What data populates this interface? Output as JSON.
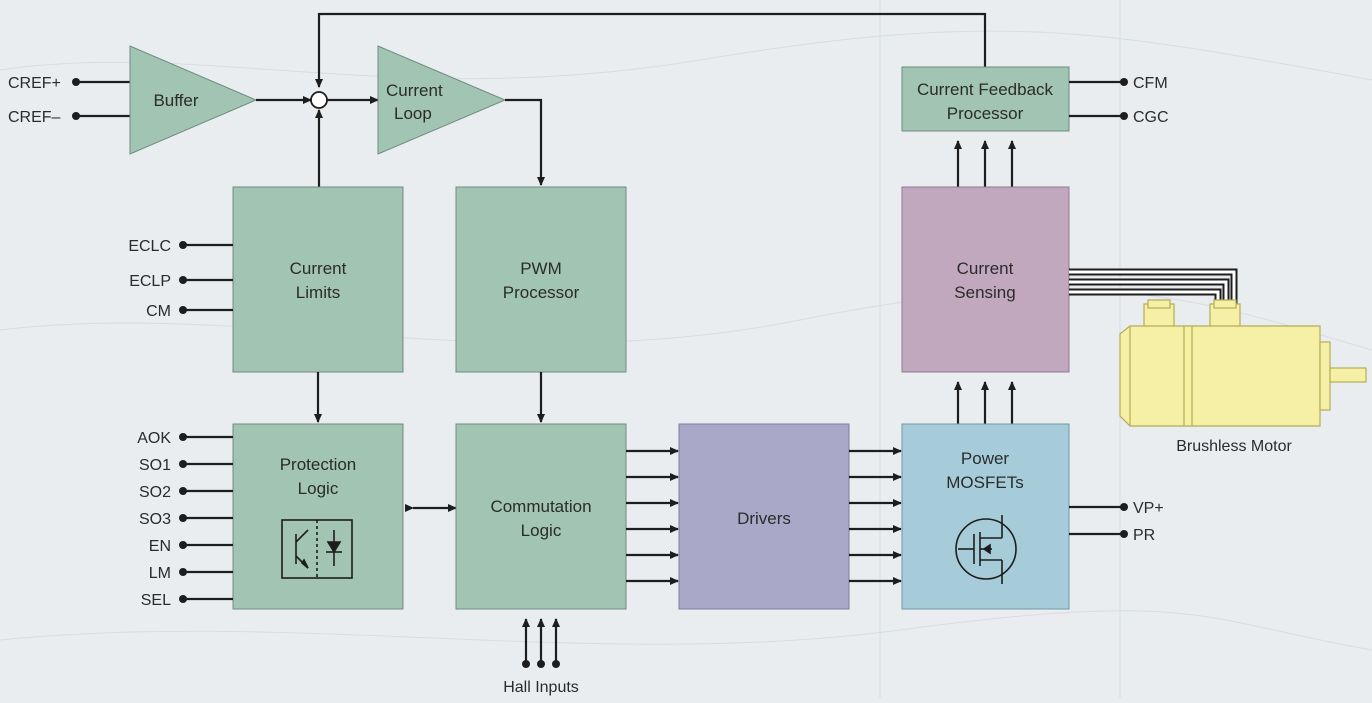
{
  "blocks": {
    "buffer": "Buffer",
    "current_loop": [
      "Current",
      "Loop"
    ],
    "current_feedback": [
      "Current Feedback",
      "Processor"
    ],
    "current_limits": [
      "Current",
      "Limits"
    ],
    "pwm": [
      "PWM",
      "Processor"
    ],
    "current_sensing": [
      "Current",
      "Sensing"
    ],
    "protection": [
      "Protection",
      "Logic"
    ],
    "commutation": [
      "Commutation",
      "Logic"
    ],
    "drivers": "Drivers",
    "mosfets": [
      "Power",
      "MOSFETs"
    ]
  },
  "pins": {
    "cref_plus": "CREF+",
    "cref_minus": "CREF–",
    "cfm": "CFM",
    "cgc": "CGC",
    "eclc": "ECLC",
    "eclp": "ECLP",
    "cm": "CM",
    "aok": "AOK",
    "so1": "SO1",
    "so2": "SO2",
    "so3": "SO3",
    "en": "EN",
    "lm": "LM",
    "sel": "SEL",
    "vp_plus": "VP+",
    "pr": "PR"
  },
  "labels": {
    "hall_inputs": "Hall Inputs",
    "brushless_motor": "Brushless Motor"
  },
  "colors": {
    "block_green": "#a2c4b2",
    "block_pink": "#c2a8bf",
    "block_purple": "#a9a8c8",
    "block_blue": "#a7ccd9",
    "motor_yellow": "#f6f0a6"
  }
}
